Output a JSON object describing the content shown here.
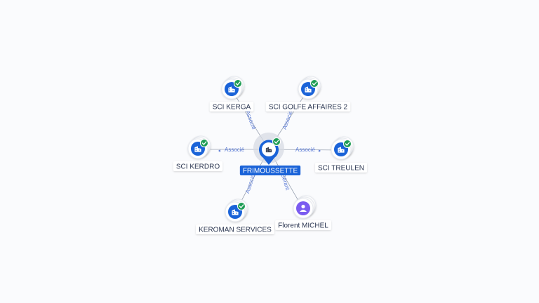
{
  "center": {
    "label": "FRIMOUSSETTE",
    "icon": "building-icon",
    "verified": true
  },
  "nodes": [
    {
      "id": "kerga",
      "label": "SCI KERGA",
      "icon": "building-icon",
      "verified": true,
      "relation": "Associé"
    },
    {
      "id": "golfe",
      "label": "SCI GOLFE AFFAIRES 2",
      "icon": "building-icon",
      "verified": true,
      "relation": "Associé"
    },
    {
      "id": "kerdro",
      "label": "SCI KERDRO",
      "icon": "building-icon",
      "verified": true,
      "relation": "Associé"
    },
    {
      "id": "treulen",
      "label": "SCI TREULEN",
      "icon": "building-icon",
      "verified": true,
      "relation": "Associé"
    },
    {
      "id": "keroman",
      "label": "KEROMAN SERVICES",
      "icon": "building-icon",
      "verified": true,
      "relation": "Associé"
    },
    {
      "id": "michel",
      "label": "Florent MICHEL",
      "icon": "person-icon",
      "verified": false,
      "relation": "Gérant"
    }
  ],
  "colors": {
    "company": "#1a63d8",
    "person": "#7b5cf0",
    "verified": "#1f9d55",
    "edge": "#9aa3b2",
    "edge_label": "#5b7bd6"
  }
}
